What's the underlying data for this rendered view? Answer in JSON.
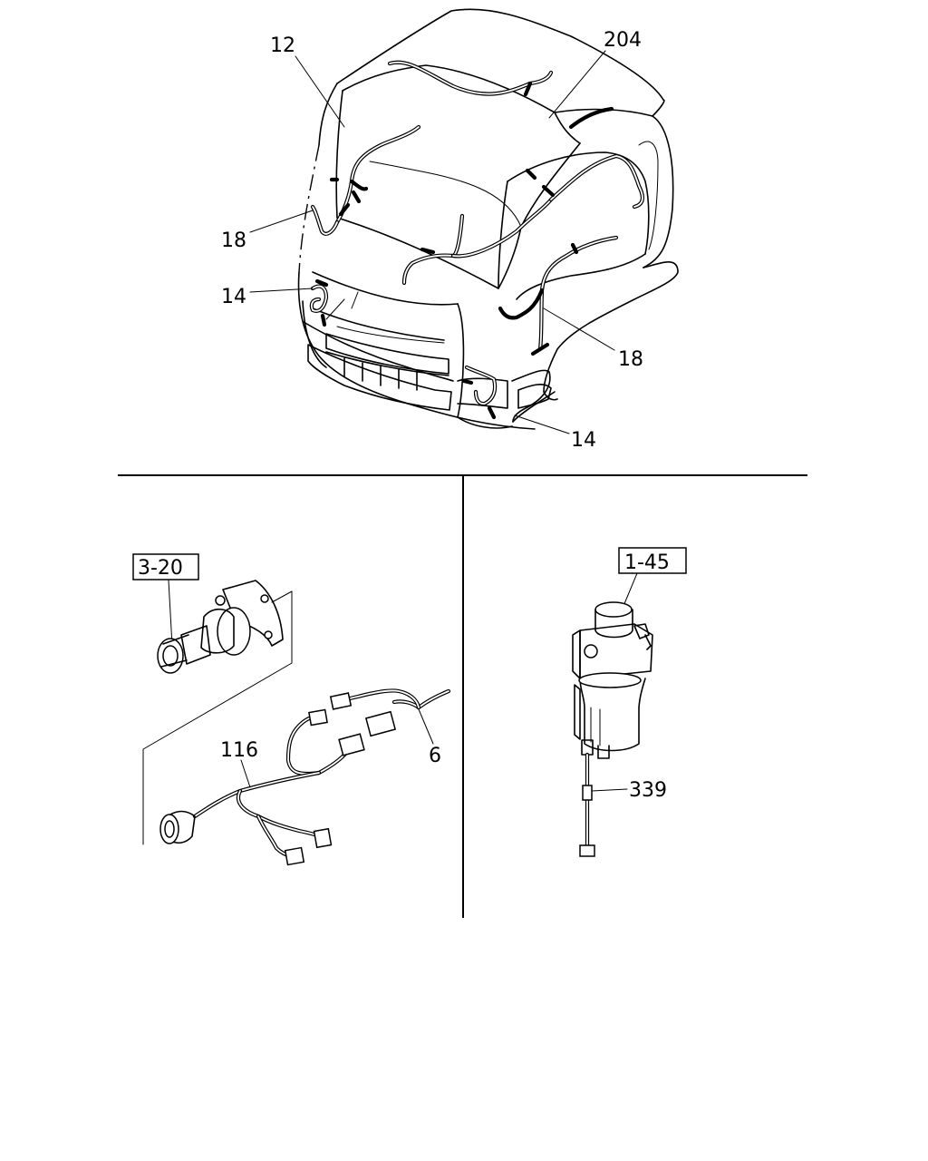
{
  "callouts": {
    "cab_harness_top": "12",
    "cab_harness_right": "204",
    "front_harness_left": "18",
    "lamp_harness_left": "14",
    "front_harness_right": "18",
    "lamp_harness_right": "14",
    "socket_harness": "116",
    "socket_clip": "6",
    "filter_sensor_harness": "339"
  },
  "references": {
    "trailer_socket_ref": "3-20",
    "fuel_filter_ref": "1-45"
  }
}
